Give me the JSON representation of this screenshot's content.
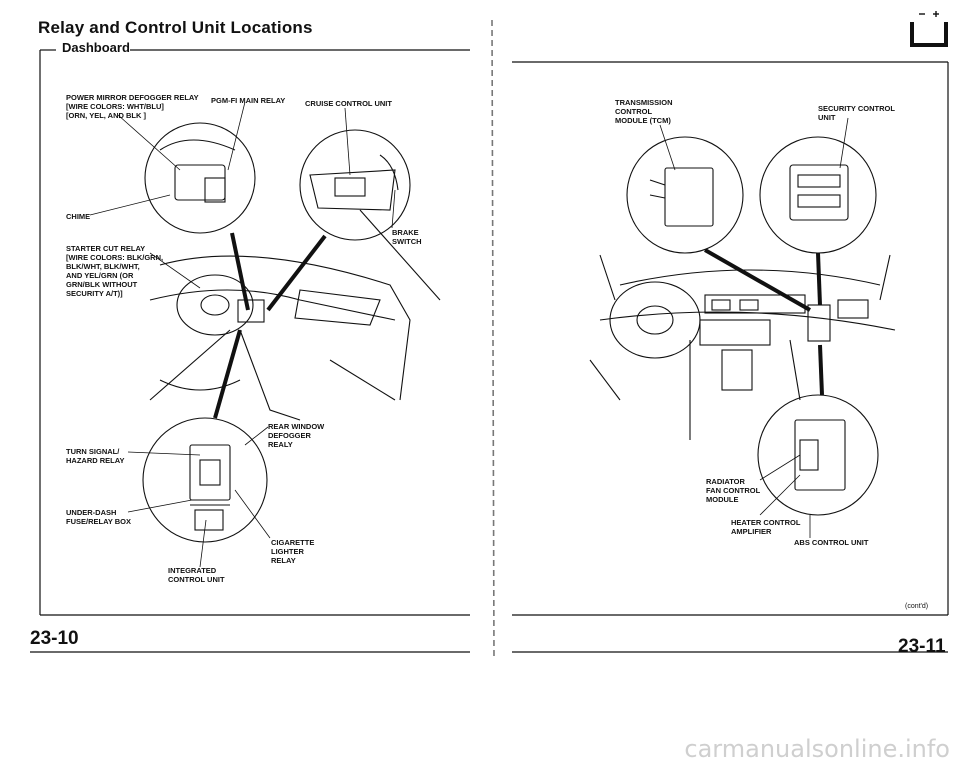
{
  "left_page": {
    "title": "Relay and Control Unit Locations",
    "section": "Dashboard",
    "page_number": "23-10",
    "labels": {
      "power_mirror": "POWER MIRROR DEFOGGER RELAY\n[Wire colors: WHT/BLU]\n[ORN, YEL, and BLK ]",
      "pgm_fi": "PGM-FI MAIN RELAY",
      "cruise": "CRUISE CONTROL UNIT",
      "chime": "CHIME",
      "brake_switch": "BRAKE\nSWITCH",
      "starter_cut": "STARTER CUT RELAY\n[Wire colors: BLK/GRN,\nBLK/WHT, BLK/WHT,\nand YEL/GRN (or\nGRN/BLK without\nsecurity A/T)]",
      "rear_window": "REAR WINDOW\nDEFOGGER\nREALY",
      "turn_signal": "TURN SIGNAL/\nHAZARD RELAY",
      "under_dash": "UNDER-DASH\nFUSE/RELAY BOX",
      "cigarette": "CIGARETTE\nLIGHTER\nRELAY",
      "integrated": "INTEGRATED\nCONTROL UNIT"
    }
  },
  "right_page": {
    "page_number": "23-11",
    "cont": "(cont'd)",
    "battery_icon_name": "battery-icon",
    "labels": {
      "tcm": "TRANSMISSION\nCONTROL\nMODULE (TCM)",
      "security": "SECURITY CONTROL\nUNIT",
      "radiator": "RADIATOR\nFAN CONTROL\nMODULE",
      "heater": "HEATER CONTROL\nAMPLIFIER",
      "abs": "ABS CONTROL UNIT"
    }
  },
  "watermark": "carmanualsonline.info"
}
